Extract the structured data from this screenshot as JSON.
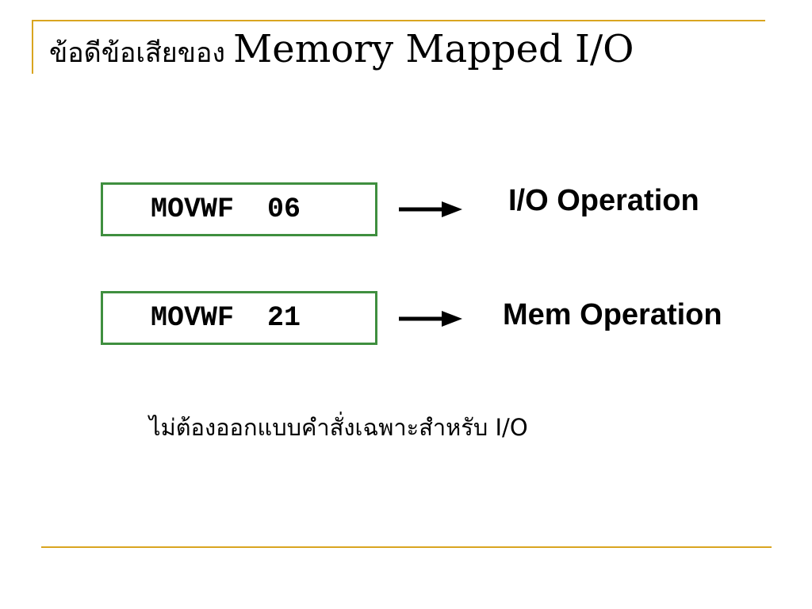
{
  "slide": {
    "title_thai": "ข้อดีข้อเสียของ",
    "title_english": "Memory Mapped I/O",
    "rows": [
      {
        "instruction": "MOVWF  06",
        "result": "I/O Operation"
      },
      {
        "instruction": "MOVWF  21",
        "result": "Mem Operation"
      }
    ],
    "note": "ไม่ต้องออกแบบคำสั่งเฉพาะสำหรับ I/O"
  },
  "colors": {
    "rule_gold": "#d9a520",
    "box_border_green": "#3f8f3f",
    "text": "#000000",
    "background": "#ffffff"
  }
}
